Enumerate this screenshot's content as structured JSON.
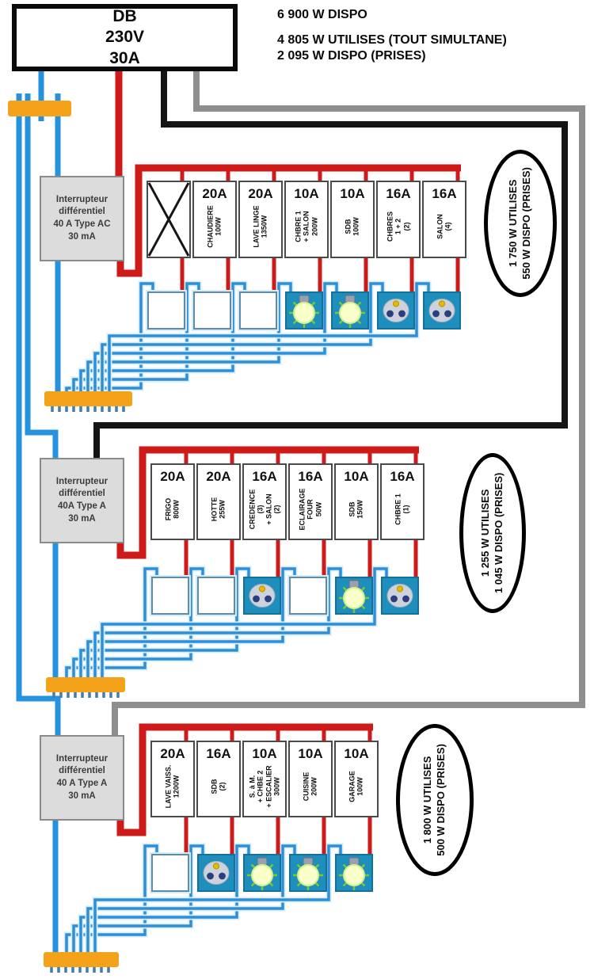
{
  "title_block": {
    "db_label": "DB\n230V\n30A"
  },
  "summary": {
    "line1": "6 900 W DISPO",
    "line2": "4 805 W UTILISES (TOUT SIMULTANE)",
    "line3": "2 095 W DISPO (PRISES)"
  },
  "colors": {
    "phase": "#cf1a1a",
    "neutral": "#2492dd",
    "neutral_casing": "#d7edfa",
    "neutral_core": "#2e8fd6",
    "feed_row2": "#141414",
    "feed_row3": "#8e8e8e",
    "bus_bar": "#f5a21b",
    "bar_teeth": "#447cab",
    "device_bg": "#1e8fbc",
    "lamp_glow": "#f8ffc9",
    "lamp_rays": "#7cc832",
    "outlet_face": "#ced2dc",
    "outlet_hole": "#2b3f7e",
    "outlet_earth": "#e6b800"
  },
  "rows": [
    {
      "rcd_label": "Interrupteur\ndifférentiel\n40 A Type AC\n30 mA",
      "oval_label": "1 750 W UTILISES\n550 W DISPO (PRISES)",
      "breakers": [
        {
          "amp": "",
          "circuit": "",
          "crossed": true
        },
        {
          "amp": "20A",
          "circuit": "CHAUDIERE\n100W"
        },
        {
          "amp": "20A",
          "circuit": "LAVE LINGE\n1350W"
        },
        {
          "amp": "10A",
          "circuit": "CHBRE 1\n+ SALON\n200W"
        },
        {
          "amp": "10A",
          "circuit": "SDB\n100W"
        },
        {
          "amp": "16A",
          "circuit": "CHBRES\n1 + 2\n(2)"
        },
        {
          "amp": "16A",
          "circuit": "SALON\n(4)"
        }
      ],
      "devices": [
        "switch",
        "switch",
        "switch",
        "lamp",
        "lamp",
        "outlet",
        "outlet"
      ]
    },
    {
      "rcd_label": "Interrupteur\ndifférentiel\n40A Type A\n30 mA",
      "oval_label": "1 255 W UTILISES\n1 045 W DISPO (PRISES)",
      "breakers": [
        {
          "amp": "20A",
          "circuit": "FRIGO\n800W"
        },
        {
          "amp": "20A",
          "circuit": "HOTTE\n255W"
        },
        {
          "amp": "16A",
          "circuit": "CREDENCE\n(3)\n+ SALON\n(2)"
        },
        {
          "amp": "16A",
          "circuit": "ECLAIRAGE\nFOUR\n50W"
        },
        {
          "amp": "10A",
          "circuit": "SDB\n150W"
        },
        {
          "amp": "16A",
          "circuit": "CHBRE 1\n(1)"
        }
      ],
      "devices": [
        "switch",
        "switch",
        "outlet",
        "switch",
        "lamp",
        "outlet"
      ]
    },
    {
      "rcd_label": "Interrupteur\ndifférentiel\n40 A Type A\n30 mA",
      "oval_label": "1 800 W UTILISES\n500 W DISPO (PRISES)",
      "breakers": [
        {
          "amp": "20A",
          "circuit": "LAVE VAISS.\n1200W"
        },
        {
          "amp": "16A",
          "circuit": "SDB\n(2)"
        },
        {
          "amp": "10A",
          "circuit": "S. à M.\n+ CHBE 2\n+ ESCALIER\n300W"
        },
        {
          "amp": "10A",
          "circuit": "CUISINE\n200W"
        },
        {
          "amp": "10A",
          "circuit": "GARAGE\n100W"
        }
      ],
      "devices": [
        "switch",
        "outlet",
        "lamp",
        "lamp",
        "lamp"
      ]
    }
  ]
}
